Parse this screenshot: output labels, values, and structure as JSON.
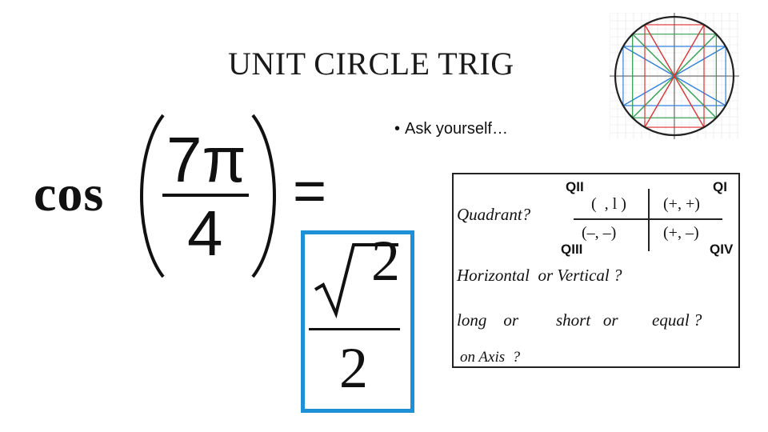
{
  "slide": {
    "title": "UNIT CIRCLE TRIG",
    "bullet": "Ask yourself…"
  },
  "equation": {
    "function": "cos",
    "numerator": "7π",
    "denominator": "4",
    "equals": "=",
    "answer_numerator": "2",
    "answer_denominator": "2",
    "answer_box_color": "#1e90d8"
  },
  "quadrant_table": {
    "quadrants": {
      "q2": "QII",
      "q1": "QI",
      "q3": "QIII",
      "q4": "QIV"
    },
    "signs": {
      "q2": "(  , l )",
      "q1": "(+, +)",
      "q3": "(–, –)",
      "q4": "(+, –)"
    },
    "prompt_quadrant": "Quadrant?",
    "prompt_horizontal": "Horizontal  or Vertical ?",
    "prompt_long": "long    or",
    "prompt_short": "short   or",
    "prompt_equal": "equal ?",
    "prompt_axis": "on Axis  ?"
  },
  "unit_circle_figure": {
    "colors": {
      "red": "#e03030",
      "green": "#30a050",
      "blue": "#3080e0"
    }
  }
}
